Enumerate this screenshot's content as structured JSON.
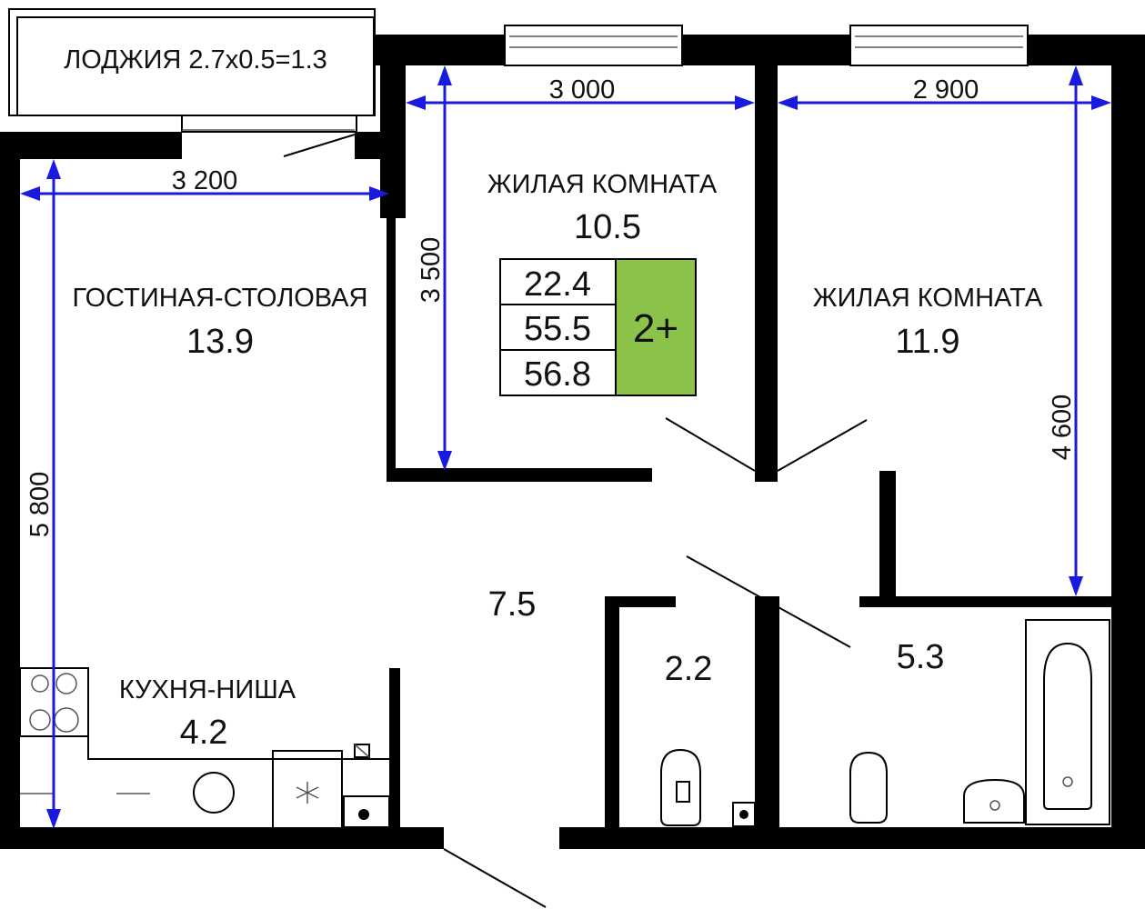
{
  "rooms": {
    "loggia": {
      "label": "ЛОДЖИЯ 2.7х0.5=1.3"
    },
    "living_dining": {
      "name": "ГОСТИНАЯ-СТОЛОВАЯ",
      "area": "13.9"
    },
    "bedroom_1": {
      "name": "ЖИЛАЯ КОМНАТА",
      "area": "10.5"
    },
    "bedroom_2": {
      "name": "ЖИЛАЯ КОМНАТА",
      "area": "11.9"
    },
    "kitchen_niche": {
      "name": "КУХНЯ-НИША",
      "area": "4.2"
    },
    "hallway": {
      "area": "7.5"
    },
    "toilet": {
      "area": "2.2"
    },
    "bathroom": {
      "area": "5.3"
    }
  },
  "dimensions": {
    "living_width": "3 200",
    "living_length": "5 800",
    "bedroom1_width": "3 000",
    "bedroom1_length": "3 500",
    "bedroom2_width": "2 900",
    "bedroom2_length": "4 600"
  },
  "summary": {
    "living_area": "22.4",
    "total_area": "55.5",
    "total_with_loggia": "56.8",
    "apartment_type": "2+"
  },
  "colors": {
    "dimension_lines": "#1a1adf",
    "type_badge": "#8bc34a",
    "walls": "#000000"
  }
}
